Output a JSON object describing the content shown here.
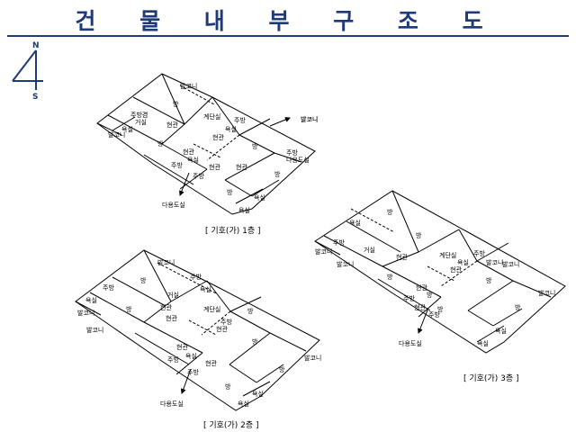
{
  "title": "건 물 내 부 구 조 도",
  "compass": {
    "north": "N",
    "south": "S"
  },
  "floors": [
    {
      "caption": "[ 기호(가) 1층 ]",
      "rooms": [
        "발코니",
        "방",
        "주방겸",
        "거실",
        "현관",
        "계단실",
        "주방",
        "현관",
        "발코니",
        "욕실",
        "발코니",
        "욕실",
        "방",
        "현관",
        "현관",
        "욕실",
        "방",
        "주방",
        "현관",
        "주방",
        "주방",
        "다용도실",
        "방",
        "방",
        "욕실",
        "욕실"
      ],
      "arrows": [
        "발코니",
        "다용도실"
      ]
    },
    {
      "caption": "[ 기호(가) 2층 ]",
      "rooms": [
        "발코니",
        "주방",
        "방",
        "욕실",
        "거실",
        "주방",
        "발코니",
        "방",
        "현관",
        "계단실",
        "욕실",
        "현관",
        "방",
        "발코니",
        "현관",
        "주방",
        "방",
        "주방",
        "욕실",
        "현관",
        "현관",
        "주방",
        "방",
        "방",
        "욕실",
        "발코니",
        "욕실"
      ],
      "arrows": [
        "다용도실"
      ]
    },
    {
      "caption": "[ 기호(가) 3층 ]",
      "rooms": [
        "욕실",
        "방",
        "주방",
        "방",
        "발코니",
        "거실",
        "발코니",
        "현관",
        "계단실",
        "주방",
        "발코니",
        "현관",
        "발코니",
        "방",
        "욕실",
        "현관",
        "방",
        "주방",
        "방",
        "현관",
        "방",
        "주방",
        "발코니",
        "방",
        "욕실",
        "욕실"
      ],
      "arrows": [
        "다용도실"
      ]
    }
  ]
}
